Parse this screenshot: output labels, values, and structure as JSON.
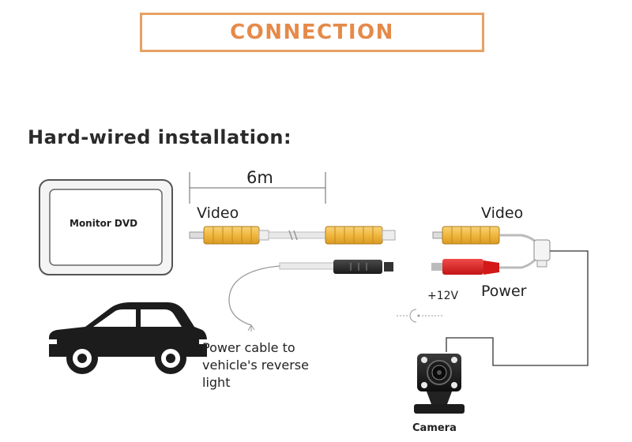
{
  "title": "CONNECTION",
  "heading": "Hard-wired installation:",
  "monitor": {
    "label": "Monitor DVD"
  },
  "cable": {
    "length": "6m"
  },
  "video_left": "Video",
  "video_right": "Video",
  "power": "Power",
  "voltage": "+12V",
  "power_cable_note": "Power cable to vehicle's reverse light",
  "camera": "Camera",
  "colors": {
    "title_border": "#e8a063",
    "title_text": "#e58a4a",
    "rca_yellow": "#f2c14e",
    "power_red": "#e02020",
    "ground_black": "#2b2b2b"
  }
}
